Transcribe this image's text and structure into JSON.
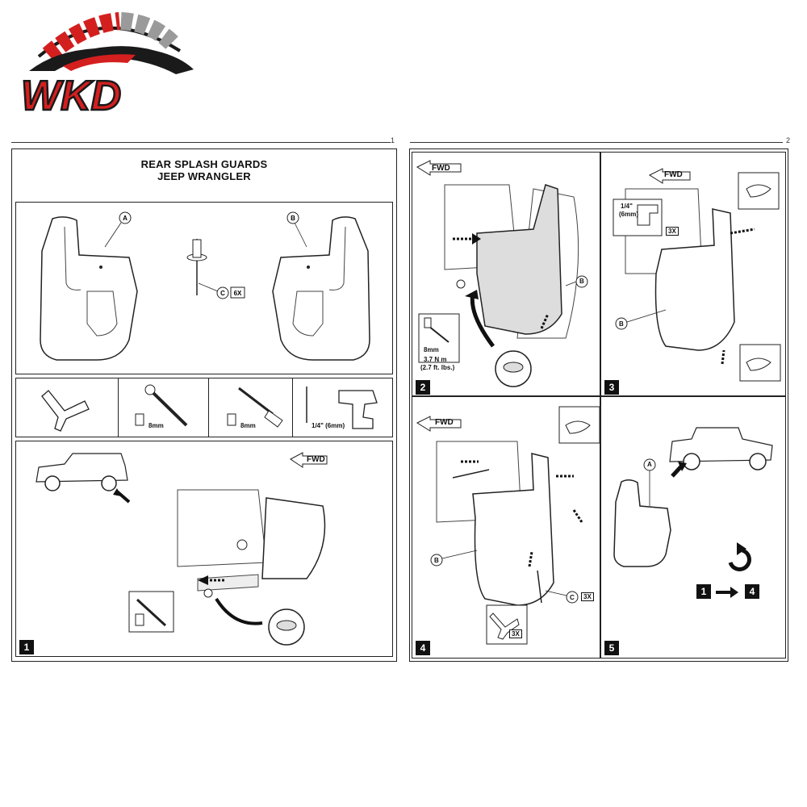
{
  "logo": {
    "text": "WKD",
    "colors": {
      "red": "#d41f1f",
      "dark": "#1a1a1a",
      "grey": "#9a9a9a"
    }
  },
  "pages": [
    {
      "number": "1"
    },
    {
      "number": "2"
    }
  ],
  "document": {
    "title_line1": "REAR SPLASH GUARDS",
    "title_line2": "JEEP WRANGLER"
  },
  "parts": {
    "label_a": "A",
    "label_b": "B",
    "label_c": "C",
    "qty_c": "6X"
  },
  "tools": {
    "socket_size_1": "8mm",
    "socket_size_2": "8mm",
    "drill_bit": "1/4\" (6mm)"
  },
  "steps": [
    {
      "number": "1",
      "fwd": "FWD"
    },
    {
      "number": "2",
      "fwd": "FWD",
      "label_b": "B",
      "size": "8mm",
      "torque_1": "3.7 N m",
      "torque_2": "(2.7 ft. lbs.)"
    },
    {
      "number": "3",
      "fwd": "FWD",
      "label_b": "B",
      "drill_1": "1/4\"",
      "drill_2": "(6mm)",
      "qty": "3X"
    },
    {
      "number": "4",
      "fwd": "FWD",
      "label_b": "B",
      "label_c": "C",
      "qty_c": "3X",
      "qty_tool": "3X"
    },
    {
      "number": "5",
      "label_a": "A",
      "repeat_from": "1",
      "repeat_to": "4"
    }
  ]
}
